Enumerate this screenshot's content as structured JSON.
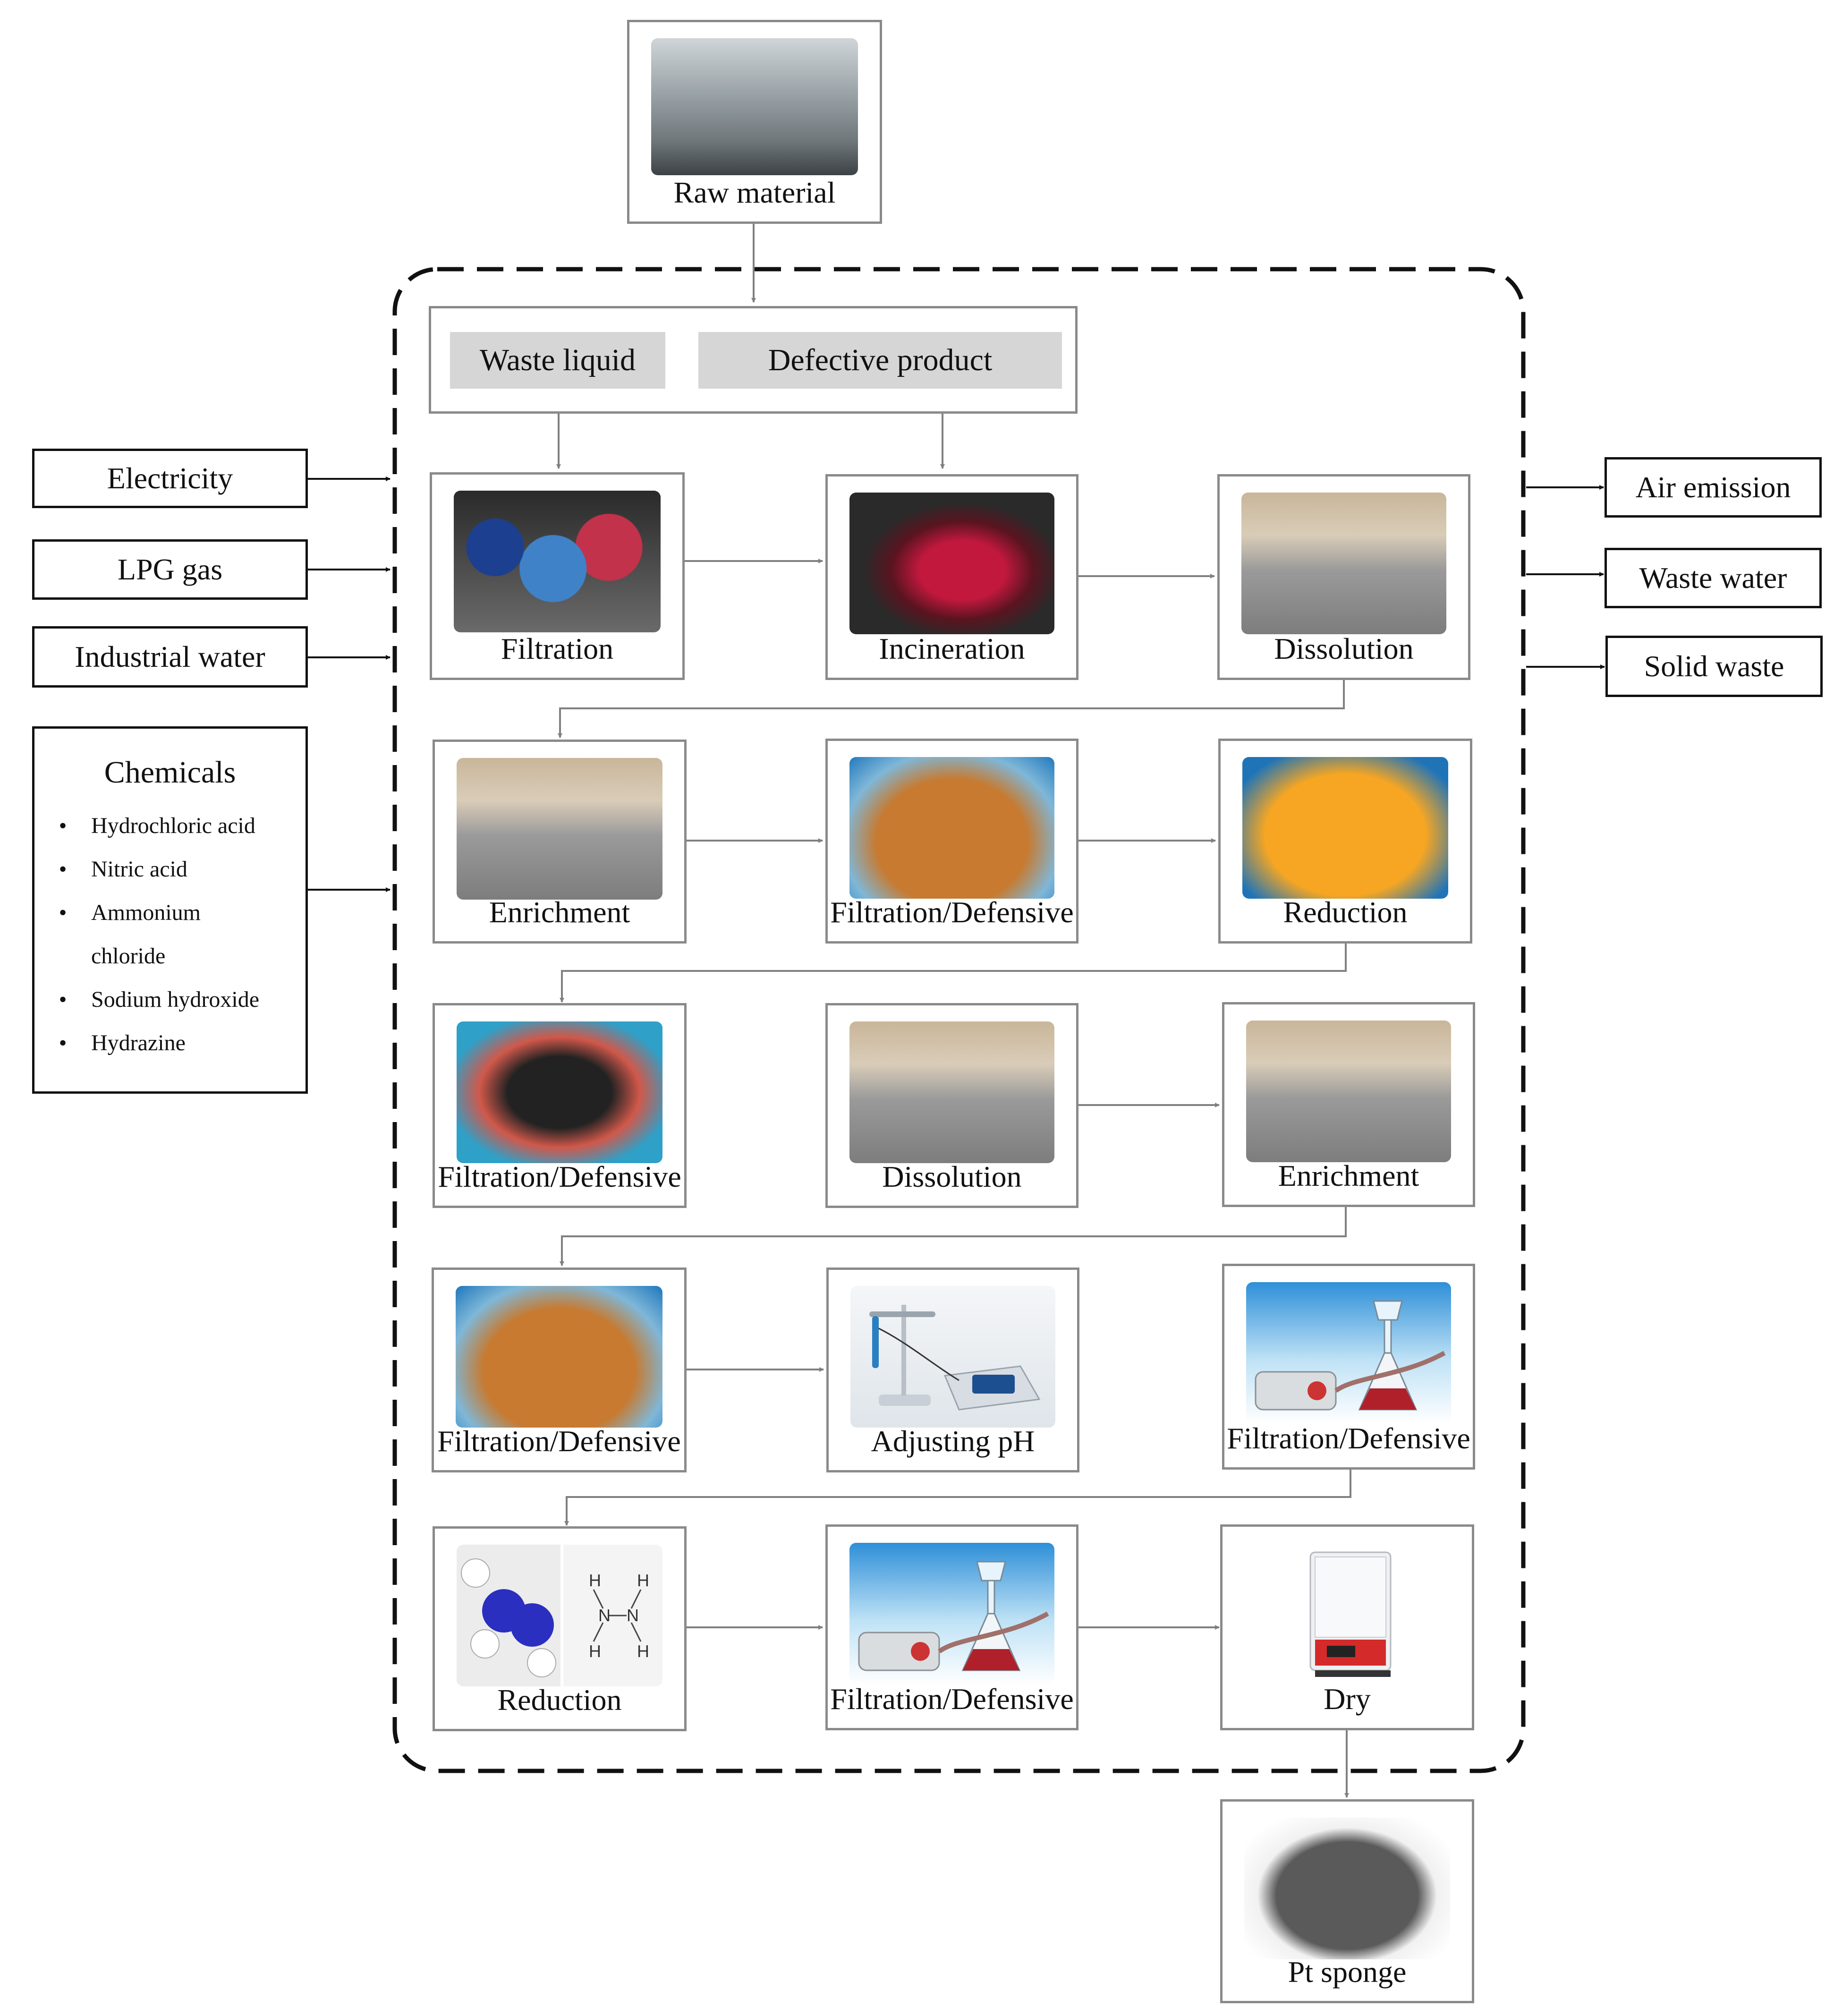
{
  "raw_material": "Raw material",
  "sources": {
    "waste_liquid": "Waste liquid",
    "defective_product": "Defective product"
  },
  "inputs": {
    "electricity": "Electricity",
    "lpg": "LPG gas",
    "industrial_water": "Industrial water",
    "chemicals_title": "Chemicals",
    "chemicals": [
      "Hydrochloric acid",
      "Nitric acid",
      "Ammonium",
      "chloride",
      "Sodium hydroxide",
      "Hydrazine"
    ],
    "bullet": "•"
  },
  "outputs": {
    "air": "Air emission",
    "water": "Waste water",
    "solid": "Solid waste"
  },
  "steps": [
    [
      "Filtration",
      "Incineration",
      "Dissolution"
    ],
    [
      "Enrichment",
      "Filtration/Defensive",
      "Reduction"
    ],
    [
      "Filtration/Defensive",
      "Dissolution",
      "Enrichment"
    ],
    [
      "Filtration/Defensive",
      "Adjusting pH",
      "Filtration/Defensive"
    ],
    [
      "Reduction",
      "Filtration/Defensive",
      "Dry"
    ]
  ],
  "product": "Pt sponge",
  "hydrazine_atoms": [
    "H",
    "H",
    "N",
    "N",
    "H",
    "H"
  ]
}
